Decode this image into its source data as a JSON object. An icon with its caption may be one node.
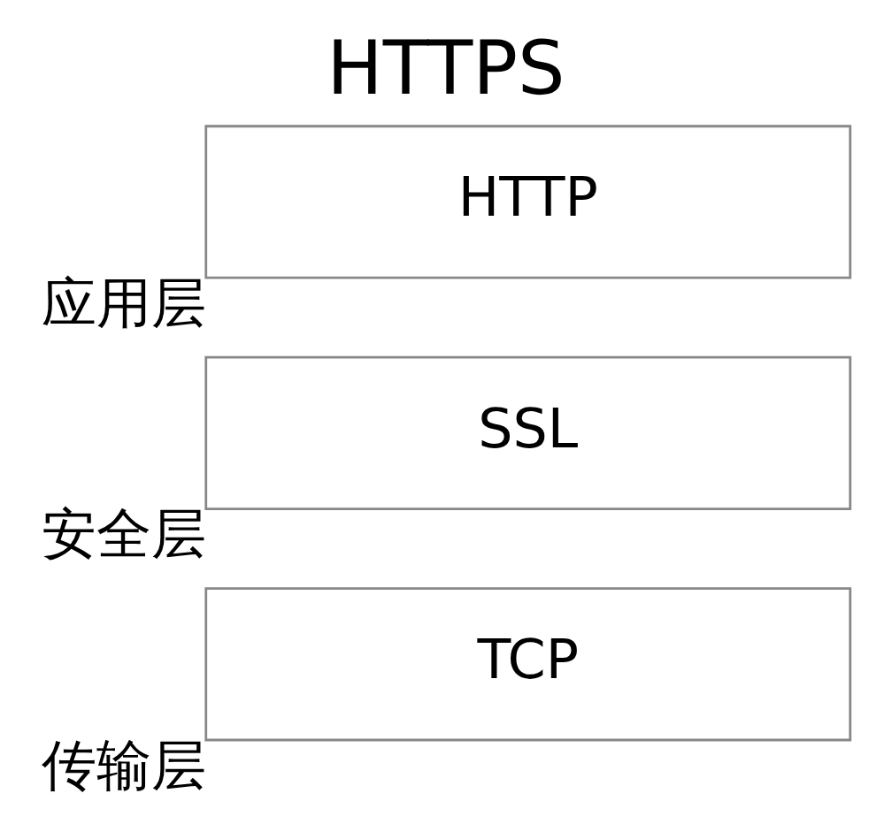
{
  "diagram": {
    "title": "HTTPS",
    "nodes": [
      {
        "text": [
          "HTTP"
        ],
        "beside": [
          "应用层"
        ]
      },
      {
        "text": [
          "SSL"
        ],
        "beside": [
          "安全层"
        ]
      },
      {
        "text": [
          "TCP"
        ],
        "beside": [
          "传输层"
        ]
      }
    ],
    "edges": []
  }
}
